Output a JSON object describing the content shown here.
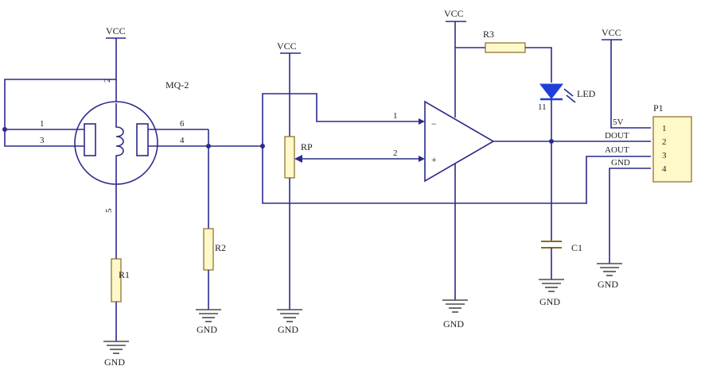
{
  "labels": {
    "vcc": "VCC",
    "gnd": "GND",
    "mq2": "MQ-2",
    "r1": "R1",
    "r2": "R2",
    "r3": "R3",
    "rp": "RP",
    "c1": "C1",
    "led": "LED",
    "led_pin": "11",
    "p1": "P1"
  },
  "sensor_pins": {
    "p2": "2",
    "p1": "1",
    "p3": "3",
    "p6": "6",
    "p4": "4",
    "p5": "5"
  },
  "opamp_pins": {
    "in1": "1",
    "in2": "2"
  },
  "opamp_signs": {
    "minus": "−",
    "plus": "+"
  },
  "connector": {
    "signals": [
      "5V",
      "DOUT",
      "AOUT",
      "GND"
    ],
    "pins": [
      "1",
      "2",
      "3",
      "4"
    ]
  }
}
